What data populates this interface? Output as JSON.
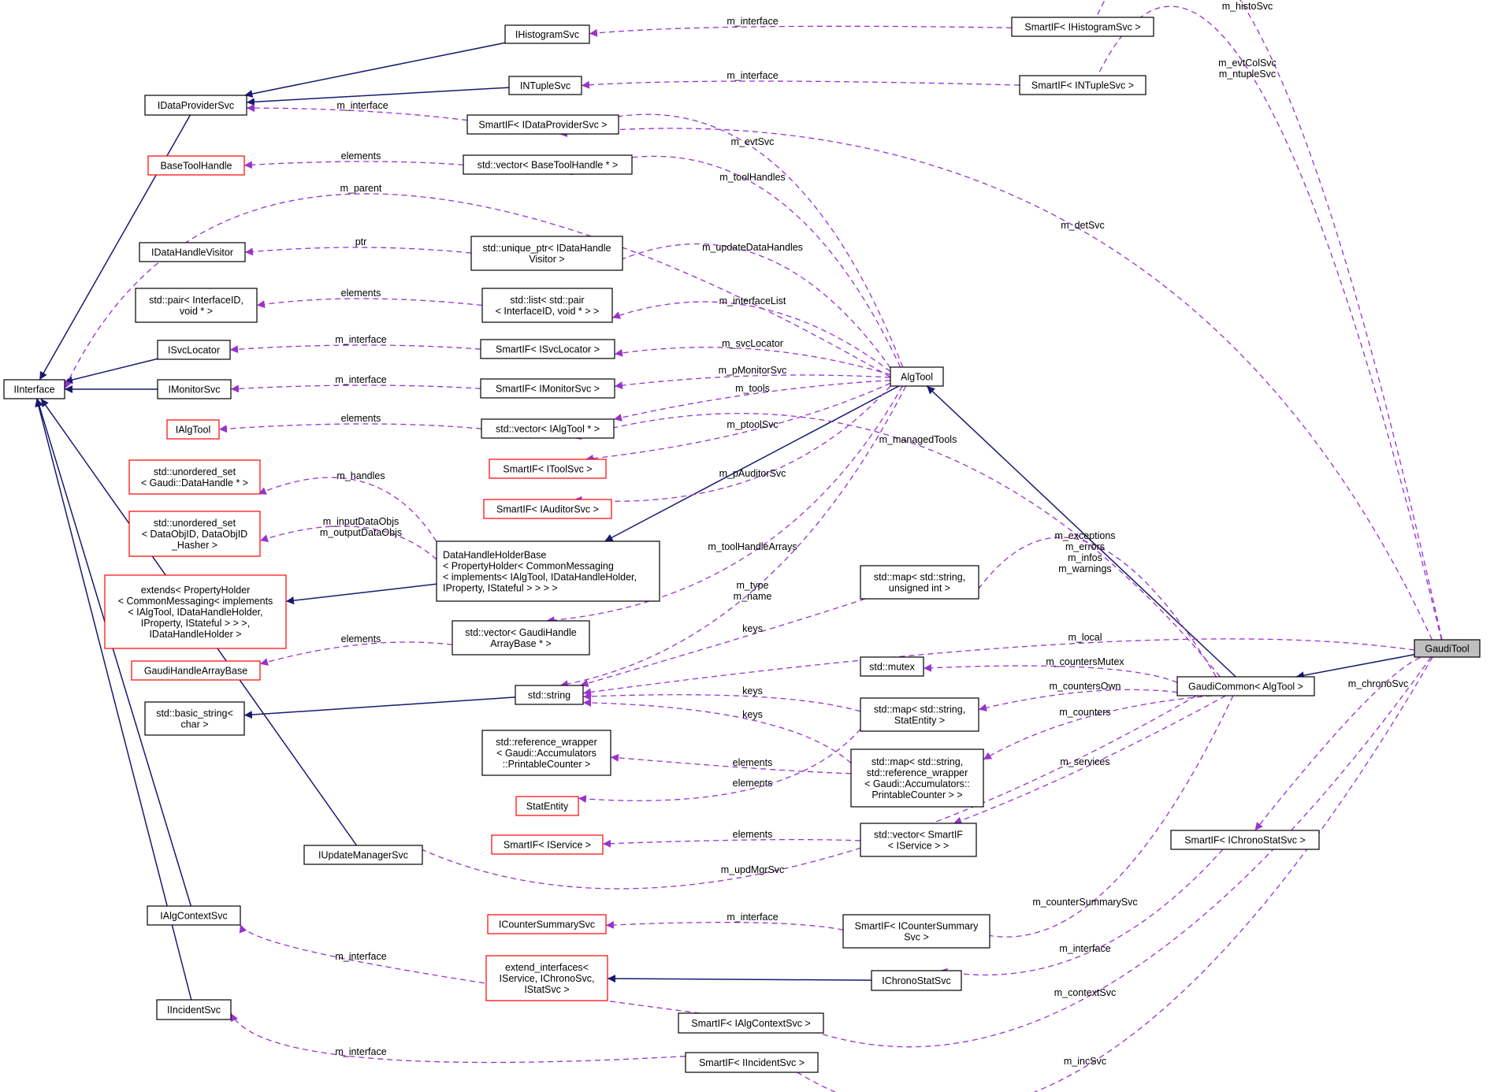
{
  "nodes": [
    {
      "id": "gauditool",
      "lines": [
        "GaudiTool"
      ],
      "focus": true
    },
    {
      "id": "ihistogramsvc",
      "lines": [
        "IHistogramSvc"
      ]
    },
    {
      "id": "smartif-ihistogramsvc",
      "lines": [
        "SmartIF< IHistogramSvc >"
      ]
    },
    {
      "id": "intuplesvc",
      "lines": [
        "INTupleSvc"
      ]
    },
    {
      "id": "smartif-intuplesvc",
      "lines": [
        "SmartIF< INTupleSvc >"
      ]
    },
    {
      "id": "idataprovidersvc",
      "lines": [
        "IDataProviderSvc"
      ]
    },
    {
      "id": "smartif-idataprovidersvc",
      "lines": [
        "SmartIF< IDataProviderSvc >"
      ]
    },
    {
      "id": "basetoolhandle",
      "lines": [
        "BaseToolHandle"
      ],
      "red": true
    },
    {
      "id": "vector-basetoolhandle",
      "lines": [
        "std::vector< BaseToolHandle * >"
      ]
    },
    {
      "id": "idatahandlevisitor",
      "lines": [
        "IDataHandleVisitor"
      ]
    },
    {
      "id": "unique-ptr-visitor",
      "lines": [
        "std::unique_ptr< IDataHandle",
        "Visitor >"
      ]
    },
    {
      "id": "std-pair",
      "lines": [
        "std::pair< InterfaceID,",
        "void * >"
      ]
    },
    {
      "id": "std-list",
      "lines": [
        "std::list< std::pair",
        "< InterfaceID, void * > >"
      ]
    },
    {
      "id": "isvclocator",
      "lines": [
        "ISvcLocator"
      ]
    },
    {
      "id": "smartif-isvclocator",
      "lines": [
        "SmartIF< ISvcLocator >"
      ]
    },
    {
      "id": "iinterface",
      "lines": [
        "IInterface"
      ]
    },
    {
      "id": "imonitorsvc",
      "lines": [
        "IMonitorSvc"
      ]
    },
    {
      "id": "smartif-imonitorsvc",
      "lines": [
        "SmartIF< IMonitorSvc >"
      ]
    },
    {
      "id": "algtool",
      "lines": [
        "AlgTool"
      ]
    },
    {
      "id": "ialgtool",
      "lines": [
        "IAlgTool"
      ],
      "red": true
    },
    {
      "id": "vector-ialgtool",
      "lines": [
        "std::vector< IAlgTool * >"
      ]
    },
    {
      "id": "smartif-itoolsvc",
      "lines": [
        "SmartIF< IToolSvc >"
      ],
      "red": true
    },
    {
      "id": "unordered-set-datahandle",
      "lines": [
        "std::unordered_set",
        "< Gaudi::DataHandle * >"
      ],
      "red": true
    },
    {
      "id": "smartif-iauditorsvc",
      "lines": [
        "SmartIF< IAuditorSvc >"
      ],
      "red": true
    },
    {
      "id": "unordered-set-dataobjid",
      "lines": [
        "std::unordered_set",
        "< DataObjID, DataObjID",
        "_Hasher >"
      ],
      "red": true
    },
    {
      "id": "datahandleholderbase",
      "lines": [
        "DataHandleHolderBase",
        "< PropertyHolder< CommonMessaging",
        "< implements< IAlgTool, IDataHandleHolder,",
        "IProperty, IStateful > > > >"
      ],
      "align": "left"
    },
    {
      "id": "extends-propertyholder",
      "lines": [
        "extends< PropertyHolder",
        "< CommonMessaging< implements",
        "< IAlgTool, IDataHandleHolder,",
        "IProperty, IStateful > > >,",
        "IDataHandleHolder >"
      ],
      "red": true
    },
    {
      "id": "map-string-uint",
      "lines": [
        "std::map< std::string,",
        "unsigned int >"
      ]
    },
    {
      "id": "vector-gaudihandlearraybase",
      "lines": [
        "std::vector< GaudiHandle",
        "ArrayBase * >"
      ]
    },
    {
      "id": "gaudihandlearraybase",
      "lines": [
        "GaudiHandleArrayBase"
      ],
      "red": true
    },
    {
      "id": "std-mutex",
      "lines": [
        "std::mutex"
      ]
    },
    {
      "id": "std-string",
      "lines": [
        "std::string"
      ]
    },
    {
      "id": "gaudicommon-algtool",
      "lines": [
        "GaudiCommon< AlgTool >"
      ]
    },
    {
      "id": "basic-string",
      "lines": [
        "std::basic_string<",
        "char >"
      ]
    },
    {
      "id": "map-string-statentity",
      "lines": [
        "std::map< std::string,",
        "StatEntity >"
      ]
    },
    {
      "id": "reference-wrapper",
      "lines": [
        "std::reference_wrapper",
        "< Gaudi::Accumulators",
        "::PrintableCounter >"
      ]
    },
    {
      "id": "map-string-refwrapper",
      "lines": [
        "std::map< std::string,",
        "std::reference_wrapper",
        "< Gaudi::Accumulators::",
        "PrintableCounter > >"
      ]
    },
    {
      "id": "statentity",
      "lines": [
        "StatEntity"
      ],
      "red": true
    },
    {
      "id": "smartif-iservice",
      "lines": [
        "SmartIF< IService >"
      ],
      "red": true
    },
    {
      "id": "vector-smartif-iservice",
      "lines": [
        "std::vector< SmartIF",
        "< IService > >"
      ]
    },
    {
      "id": "smartif-ichronostatsvc",
      "lines": [
        "SmartIF< IChronoStatSvc >"
      ]
    },
    {
      "id": "iupdatemanagersvc",
      "lines": [
        "IUpdateManagerSvc"
      ]
    },
    {
      "id": "ialgcontextsvc",
      "lines": [
        "IAlgContextSvc"
      ]
    },
    {
      "id": "icountersummarysvc",
      "lines": [
        "ICounterSummarySvc"
      ],
      "red": true
    },
    {
      "id": "smartif-icountersummarysvc",
      "lines": [
        "SmartIF< ICounterSummary",
        "Svc >"
      ]
    },
    {
      "id": "extend-interfaces",
      "lines": [
        "extend_interfaces<",
        "IService, IChronoSvc,",
        "IStatSvc >"
      ],
      "red": true
    },
    {
      "id": "ichronostatsvc",
      "lines": [
        "IChronoStatSvc"
      ]
    },
    {
      "id": "iincidentsvc",
      "lines": [
        "IIncidentSvc"
      ]
    },
    {
      "id": "smartif-ialgcontextsvc",
      "lines": [
        "SmartIF< IAlgContextSvc >"
      ]
    },
    {
      "id": "smartif-iincidentsvc",
      "lines": [
        "SmartIF< IIncidentSvc >"
      ]
    }
  ],
  "edges": [
    {
      "from": "ihistogramsvc",
      "to": "idataprovidersvc",
      "kind": "inherit"
    },
    {
      "from": "intuplesvc",
      "to": "idataprovidersvc",
      "kind": "inherit"
    },
    {
      "from": "idataprovidersvc",
      "to": "iinterface",
      "kind": "inherit"
    },
    {
      "from": "isvclocator",
      "to": "iinterface",
      "kind": "inherit"
    },
    {
      "from": "imonitorsvc",
      "to": "iinterface",
      "kind": "inherit"
    },
    {
      "from": "iupdatemanagersvc",
      "to": "iinterface",
      "kind": "inherit"
    },
    {
      "from": "ialgcontextsvc",
      "to": "iinterface",
      "kind": "inherit"
    },
    {
      "from": "iincidentsvc",
      "to": "iinterface",
      "kind": "inherit"
    },
    {
      "from": "gauditool",
      "to": "gaudicommon-algtool",
      "kind": "inherit"
    },
    {
      "from": "gaudicommon-algtool",
      "to": "algtool",
      "kind": "inherit"
    },
    {
      "from": "algtool",
      "to": "datahandleholderbase",
      "kind": "inherit"
    },
    {
      "from": "datahandleholderbase",
      "to": "extends-propertyholder",
      "kind": "inherit"
    },
    {
      "from": "std-string",
      "to": "basic-string",
      "kind": "inherit"
    },
    {
      "from": "ichronostatsvc",
      "to": "extend-interfaces",
      "kind": "inherit"
    },
    {
      "from": "smartif-ihistogramsvc",
      "to": "ihistogramsvc",
      "kind": "use",
      "label": "m_interface"
    },
    {
      "from": "smartif-intuplesvc",
      "to": "intuplesvc",
      "kind": "use",
      "label": "m_interface"
    },
    {
      "from": "smartif-idataprovidersvc",
      "to": "idataprovidersvc",
      "kind": "use",
      "label": "m_interface"
    },
    {
      "from": "vector-basetoolhandle",
      "to": "basetoolhandle",
      "kind": "use",
      "label": "elements"
    },
    {
      "from": "unique-ptr-visitor",
      "to": "idatahandlevisitor",
      "kind": "use",
      "label": "ptr"
    },
    {
      "from": "std-list",
      "to": "std-pair",
      "kind": "use",
      "label": "elements"
    },
    {
      "from": "smartif-isvclocator",
      "to": "isvclocator",
      "kind": "use",
      "label": "m_interface"
    },
    {
      "from": "smartif-imonitorsvc",
      "to": "imonitorsvc",
      "kind": "use",
      "label": "m_interface"
    },
    {
      "from": "vector-ialgtool",
      "to": "ialgtool",
      "kind": "use",
      "label": "elements"
    },
    {
      "from": "datahandleholderbase",
      "to": "unordered-set-datahandle",
      "kind": "use",
      "label": "m_handles"
    },
    {
      "from": "datahandleholderbase",
      "to": "unordered-set-dataobjid",
      "kind": "use",
      "label": "m_inputDataObjs\nm_outputDataObjs"
    },
    {
      "from": "vector-gaudihandlearraybase",
      "to": "gaudihandlearraybase",
      "kind": "use",
      "label": "elements"
    },
    {
      "from": "map-string-refwrapper",
      "to": "reference-wrapper",
      "kind": "use",
      "label": "elements"
    },
    {
      "from": "map-string-statentity",
      "to": "statentity",
      "kind": "use",
      "label": "elements"
    },
    {
      "from": "vector-smartif-iservice",
      "to": "smartif-iservice",
      "kind": "use",
      "label": "elements"
    },
    {
      "from": "smartif-icountersummarysvc",
      "to": "icountersummarysvc",
      "kind": "use",
      "label": "m_interface"
    },
    {
      "from": "smartif-ialgcontextsvc",
      "to": "ialgcontextsvc",
      "kind": "use",
      "label": "m_interface"
    },
    {
      "from": "smartif-iincidentsvc",
      "to": "iincidentsvc",
      "kind": "use",
      "label": "m_interface"
    },
    {
      "from": "algtool",
      "to": "smartif-idataprovidersvc",
      "kind": "use",
      "label": "m_evtSvc"
    },
    {
      "from": "algtool",
      "to": "vector-basetoolhandle",
      "kind": "use",
      "label": "m_toolHandles"
    },
    {
      "from": "algtool",
      "to": "iinterface",
      "kind": "use",
      "label": "m_parent"
    },
    {
      "from": "algtool",
      "to": "unique-ptr-visitor",
      "kind": "use",
      "label": "m_updateDataHandles"
    },
    {
      "from": "algtool",
      "to": "std-list",
      "kind": "use",
      "label": "m_interfaceList"
    },
    {
      "from": "algtool",
      "to": "smartif-isvclocator",
      "kind": "use",
      "label": "m_svcLocator"
    },
    {
      "from": "algtool",
      "to": "smartif-imonitorsvc",
      "kind": "use",
      "label": "m_pMonitorSvc"
    },
    {
      "from": "algtool",
      "to": "vector-ialgtool",
      "kind": "use",
      "label": "m_tools"
    },
    {
      "from": "algtool",
      "to": "smartif-itoolsvc",
      "kind": "use",
      "label": "m_ptoolSvc"
    },
    {
      "from": "algtool",
      "to": "smartif-iauditorsvc",
      "kind": "use",
      "label": "m_pAuditorSvc"
    },
    {
      "from": "algtool",
      "to": "vector-gaudihandlearraybase",
      "kind": "use",
      "label": "m_toolHandleArrays"
    },
    {
      "from": "algtool",
      "to": "std-string",
      "kind": "use",
      "label": "m_type\nm_name"
    },
    {
      "from": "map-string-uint",
      "to": "std-string",
      "kind": "use",
      "label": "keys"
    },
    {
      "from": "map-string-statentity",
      "to": "std-string",
      "kind": "use",
      "label": "keys"
    },
    {
      "from": "map-string-refwrapper",
      "to": "std-string",
      "kind": "use",
      "label": "keys"
    },
    {
      "from": "gaudicommon-algtool",
      "to": "vector-ialgtool",
      "kind": "use",
      "label": "m_managedTools"
    },
    {
      "from": "gaudicommon-algtool",
      "to": "map-string-uint",
      "kind": "use",
      "label": "m_exceptions\nm_errors\nm_infos\nm_warnings"
    },
    {
      "from": "gaudicommon-algtool",
      "to": "std-mutex",
      "kind": "use",
      "label": "m_countersMutex"
    },
    {
      "from": "gaudicommon-algtool",
      "to": "map-string-statentity",
      "kind": "use",
      "label": "m_countersOwn"
    },
    {
      "from": "gaudicommon-algtool",
      "to": "map-string-refwrapper",
      "kind": "use",
      "label": "m_counters"
    },
    {
      "from": "gaudicommon-algtool",
      "to": "vector-smartif-iservice",
      "kind": "use",
      "label": "m_services"
    },
    {
      "from": "gaudicommon-algtool",
      "to": "iupdatemanagersvc",
      "kind": "use",
      "label": "m_updMgrSvc"
    },
    {
      "from": "gaudicommon-algtool",
      "to": "smartif-icountersummarysvc",
      "kind": "use",
      "label": "m_counterSummarySvc"
    },
    {
      "from": "gauditool",
      "to": "smartif-ihistogramsvc",
      "kind": "use",
      "label": "m_histoSvc"
    },
    {
      "from": "gauditool",
      "to": "smartif-intuplesvc",
      "kind": "use",
      "label": "m_evtColSvc\nm_ntupleSvc"
    },
    {
      "from": "gauditool",
      "to": "smartif-idataprovidersvc",
      "kind": "use",
      "label": "m_detSvc"
    },
    {
      "from": "gauditool",
      "to": "std-string",
      "kind": "use",
      "label": "m_local"
    },
    {
      "from": "gauditool",
      "to": "smartif-ichronostatsvc",
      "kind": "use",
      "label": "m_chronoSvc"
    },
    {
      "from": "gauditool",
      "to": "smartif-ialgcontextsvc",
      "kind": "use",
      "label": "m_contextSvc"
    },
    {
      "from": "gauditool",
      "to": "smartif-iincidentsvc",
      "kind": "use",
      "label": "m_incSvc"
    },
    {
      "from": "smartif-ichronostatsvc",
      "to": "ichronostatsvc",
      "kind": "use",
      "label": "m_interface"
    }
  ]
}
